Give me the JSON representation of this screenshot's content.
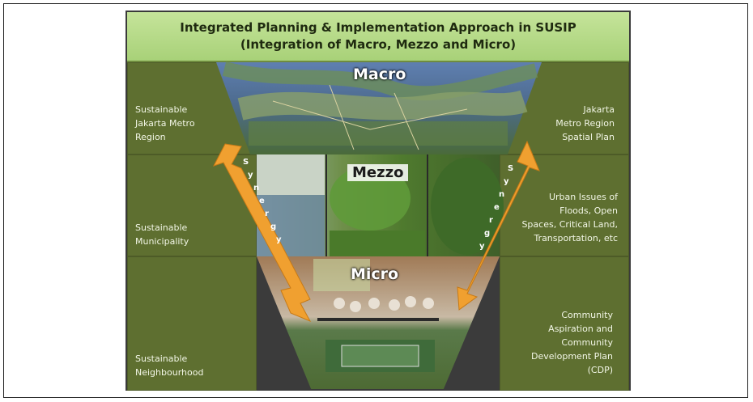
{
  "diagram": {
    "title_line1": "Integrated Planning & Implementation Approach in SUSIP",
    "title_line2": "(Integration of Macro, Mezzo and Micro)",
    "levels": {
      "macro": "Macro",
      "mezzo": "Mezzo",
      "micro": "Micro"
    },
    "left": {
      "macro": [
        "Sustainable",
        "Jakarta Metro",
        "Region"
      ],
      "mezzo": [
        "Sustainable",
        "Municipality"
      ],
      "micro": [
        "Sustainable",
        "Neighbourhood"
      ]
    },
    "right": {
      "macro": [
        "Jakarta",
        "Metro Region",
        "Spatial Plan"
      ],
      "mezzo": [
        "Urban Issues of",
        "Floods, Open",
        "Spaces, Critical Land,",
        "Transportation, etc"
      ],
      "micro": [
        "Community",
        "Aspiration and",
        "Community",
        "Development Plan",
        "(CDP)"
      ]
    },
    "synergy_letters": [
      "S",
      "y",
      "n",
      "e",
      "r",
      "g",
      "y"
    ],
    "colors": {
      "title_bg": "#b5db88",
      "panel": "#5e6f30",
      "arrow": "#f0a030"
    }
  }
}
